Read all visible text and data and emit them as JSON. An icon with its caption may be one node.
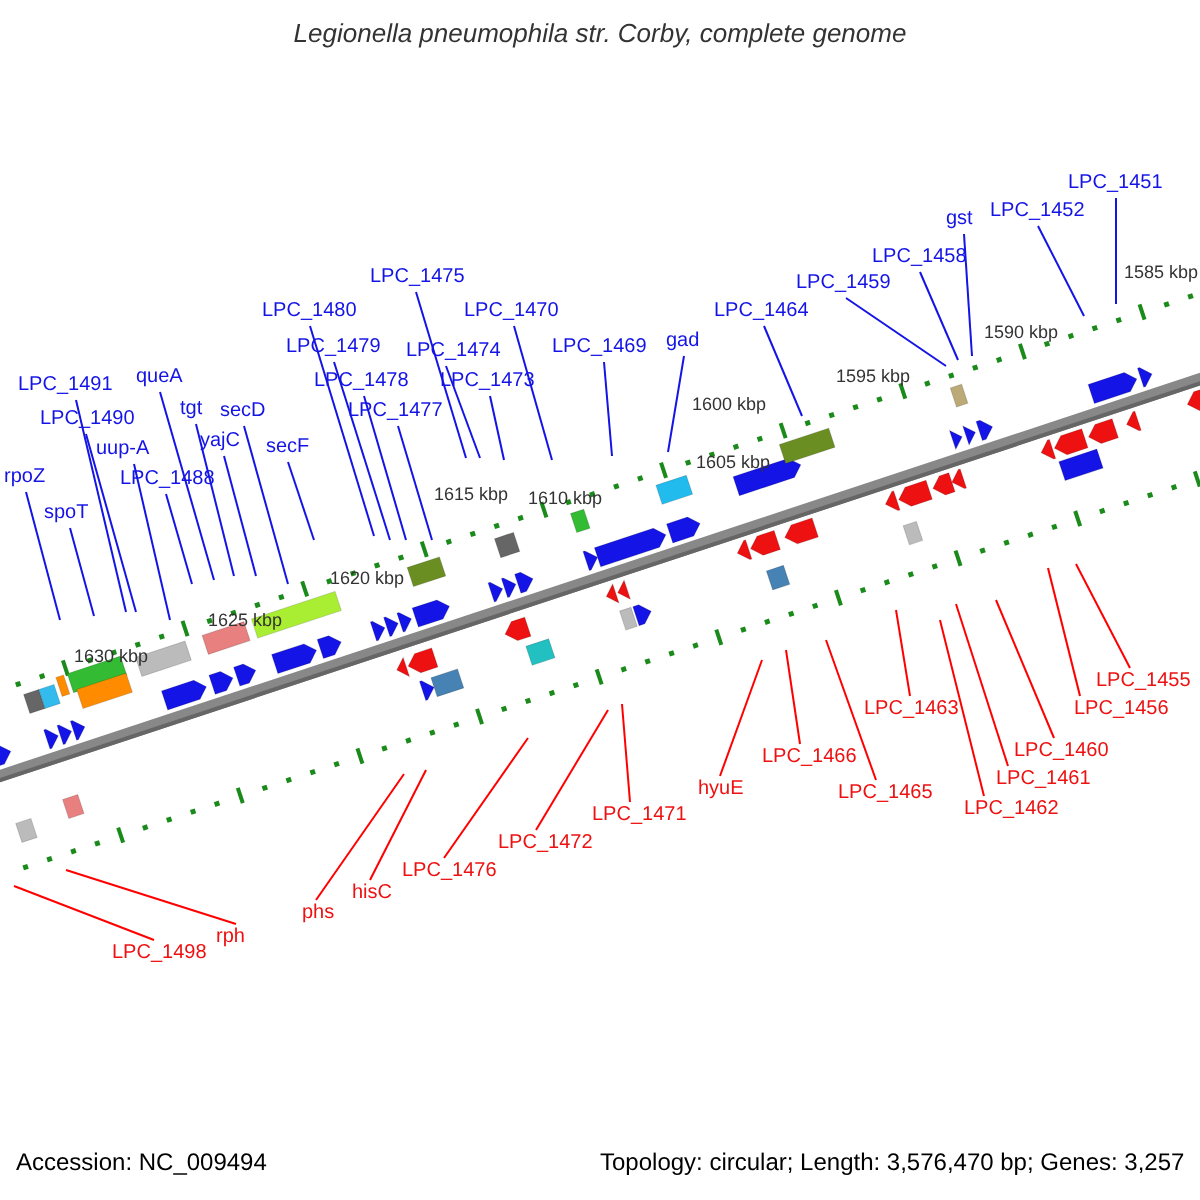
{
  "diagram": {
    "title": "Legionella pneumophila str. Corby, complete genome",
    "nodes": [
      {
        "text": [
          "LPC_1451"
        ]
      },
      {
        "text": [
          "LPC_1452"
        ]
      },
      {
        "text": [
          "gst"
        ]
      },
      {
        "text": [
          "LPC_1458"
        ]
      },
      {
        "text": [
          "LPC_1459"
        ]
      },
      {
        "text": [
          "LPC_1475"
        ]
      },
      {
        "text": [
          "LPC_1464"
        ]
      },
      {
        "text": [
          "LPC_1480"
        ]
      },
      {
        "text": [
          "LPC_1470"
        ]
      },
      {
        "text": [
          "LPC_1479"
        ]
      },
      {
        "text": [
          "LPC_1474"
        ]
      },
      {
        "text": [
          "LPC_1469"
        ]
      },
      {
        "text": [
          "gad"
        ]
      },
      {
        "text": [
          "LPC_1478"
        ]
      },
      {
        "text": [
          "LPC_1473"
        ]
      },
      {
        "text": [
          "LPC_1477"
        ]
      },
      {
        "text": [
          "LPC_1491"
        ]
      },
      {
        "text": [
          "queA"
        ]
      },
      {
        "text": [
          "tgt"
        ]
      },
      {
        "text": [
          "secD"
        ]
      },
      {
        "text": [
          "LPC_1490"
        ]
      },
      {
        "text": [
          "uup-A"
        ]
      },
      {
        "text": [
          "yajC"
        ]
      },
      {
        "text": [
          "secF"
        ]
      },
      {
        "text": [
          "rpoZ"
        ]
      },
      {
        "text": [
          "LPC_1488"
        ]
      },
      {
        "text": [
          "spoT"
        ]
      },
      {
        "text": [
          "LPC_1455"
        ]
      },
      {
        "text": [
          "LPC_1456"
        ]
      },
      {
        "text": [
          "LPC_1463"
        ]
      },
      {
        "text": [
          "LPC_1460"
        ]
      },
      {
        "text": [
          "LPC_1466"
        ]
      },
      {
        "text": [
          "LPC_1461"
        ]
      },
      {
        "text": [
          "hyuE"
        ]
      },
      {
        "text": [
          "LPC_1465"
        ]
      },
      {
        "text": [
          "LPC_1462"
        ]
      },
      {
        "text": [
          "LPC_1471"
        ]
      },
      {
        "text": [
          "LPC_1472"
        ]
      },
      {
        "text": [
          "LPC_1476"
        ]
      },
      {
        "text": [
          "hisC"
        ]
      },
      {
        "text": [
          "phs"
        ]
      },
      {
        "text": [
          "rph"
        ]
      },
      {
        "text": [
          "LPC_1498"
        ]
      }
    ],
    "edges": [
      {
        "from": 0,
        "to": null,
        "arrow": "none"
      },
      {
        "from": 1,
        "to": null,
        "arrow": "none"
      },
      {
        "from": 2,
        "to": null,
        "arrow": "none"
      },
      {
        "from": 3,
        "to": null,
        "arrow": "none"
      },
      {
        "from": 4,
        "to": null,
        "arrow": "none"
      },
      {
        "from": 5,
        "to": null,
        "arrow": "none"
      },
      {
        "from": 6,
        "to": null,
        "arrow": "none"
      },
      {
        "from": 7,
        "to": null,
        "arrow": "none"
      },
      {
        "from": 8,
        "to": null,
        "arrow": "none"
      },
      {
        "from": 9,
        "to": null,
        "arrow": "none"
      },
      {
        "from": 10,
        "to": null,
        "arrow": "none"
      },
      {
        "from": 11,
        "to": null,
        "arrow": "none"
      },
      {
        "from": 12,
        "to": null,
        "arrow": "none"
      },
      {
        "from": 13,
        "to": null,
        "arrow": "none"
      },
      {
        "from": 14,
        "to": null,
        "arrow": "none"
      },
      {
        "from": 15,
        "to": null,
        "arrow": "none"
      },
      {
        "from": 16,
        "to": null,
        "arrow": "none"
      },
      {
        "from": 17,
        "to": null,
        "arrow": "none"
      },
      {
        "from": 18,
        "to": null,
        "arrow": "none"
      },
      {
        "from": 19,
        "to": null,
        "arrow": "none"
      },
      {
        "from": 20,
        "to": null,
        "arrow": "none"
      },
      {
        "from": 21,
        "to": null,
        "arrow": "none"
      },
      {
        "from": 22,
        "to": null,
        "arrow": "none"
      },
      {
        "from": 23,
        "to": null,
        "arrow": "none"
      },
      {
        "from": 24,
        "to": null,
        "arrow": "none"
      },
      {
        "from": 25,
        "to": null,
        "arrow": "none"
      },
      {
        "from": 26,
        "to": null,
        "arrow": "none"
      },
      {
        "from": 27,
        "to": null,
        "arrow": "none",
        "color": "#ff0000"
      },
      {
        "from": 28,
        "to": null,
        "arrow": "none",
        "color": "#ff0000"
      },
      {
        "from": 29,
        "to": null,
        "arrow": "none",
        "color": "#ff0000"
      },
      {
        "from": 30,
        "to": null,
        "arrow": "none",
        "color": "#ff0000"
      },
      {
        "from": 31,
        "to": null,
        "arrow": "none",
        "color": "#ff0000"
      },
      {
        "from": 32,
        "to": null,
        "arrow": "none",
        "color": "#ff0000"
      },
      {
        "from": 33,
        "to": null,
        "arrow": "none",
        "color": "#ff0000"
      },
      {
        "from": 34,
        "to": null,
        "arrow": "none",
        "color": "#ff0000"
      },
      {
        "from": 35,
        "to": null,
        "arrow": "none",
        "color": "#ff0000"
      },
      {
        "from": 36,
        "to": null,
        "arrow": "none",
        "color": "#ff0000"
      },
      {
        "from": 37,
        "to": null,
        "arrow": "none",
        "color": "#ff0000"
      },
      {
        "from": 38,
        "to": null,
        "arrow": "none",
        "color": "#ff0000"
      },
      {
        "from": 39,
        "to": null,
        "arrow": "none",
        "color": "#ff0000"
      },
      {
        "from": 40,
        "to": null,
        "arrow": "none",
        "color": "#ff0000"
      },
      {
        "from": 41,
        "to": null,
        "arrow": "none",
        "color": "#ff0000"
      },
      {
        "from": 42,
        "to": null,
        "arrow": "none",
        "color": "#ff0000"
      }
    ],
    "labels": [
      "1585 kbp",
      "1590 kbp",
      "1595 kbp",
      "1600 kbp",
      "1605 kbp",
      "1610 kbp",
      "1615 kbp",
      "1620 kbp",
      "1625 kbp",
      "1630 kbp",
      "Accession: NC_009494",
      "Topology: circular; Length: 3,576,470 bp; Genes: 3,257"
    ]
  }
}
